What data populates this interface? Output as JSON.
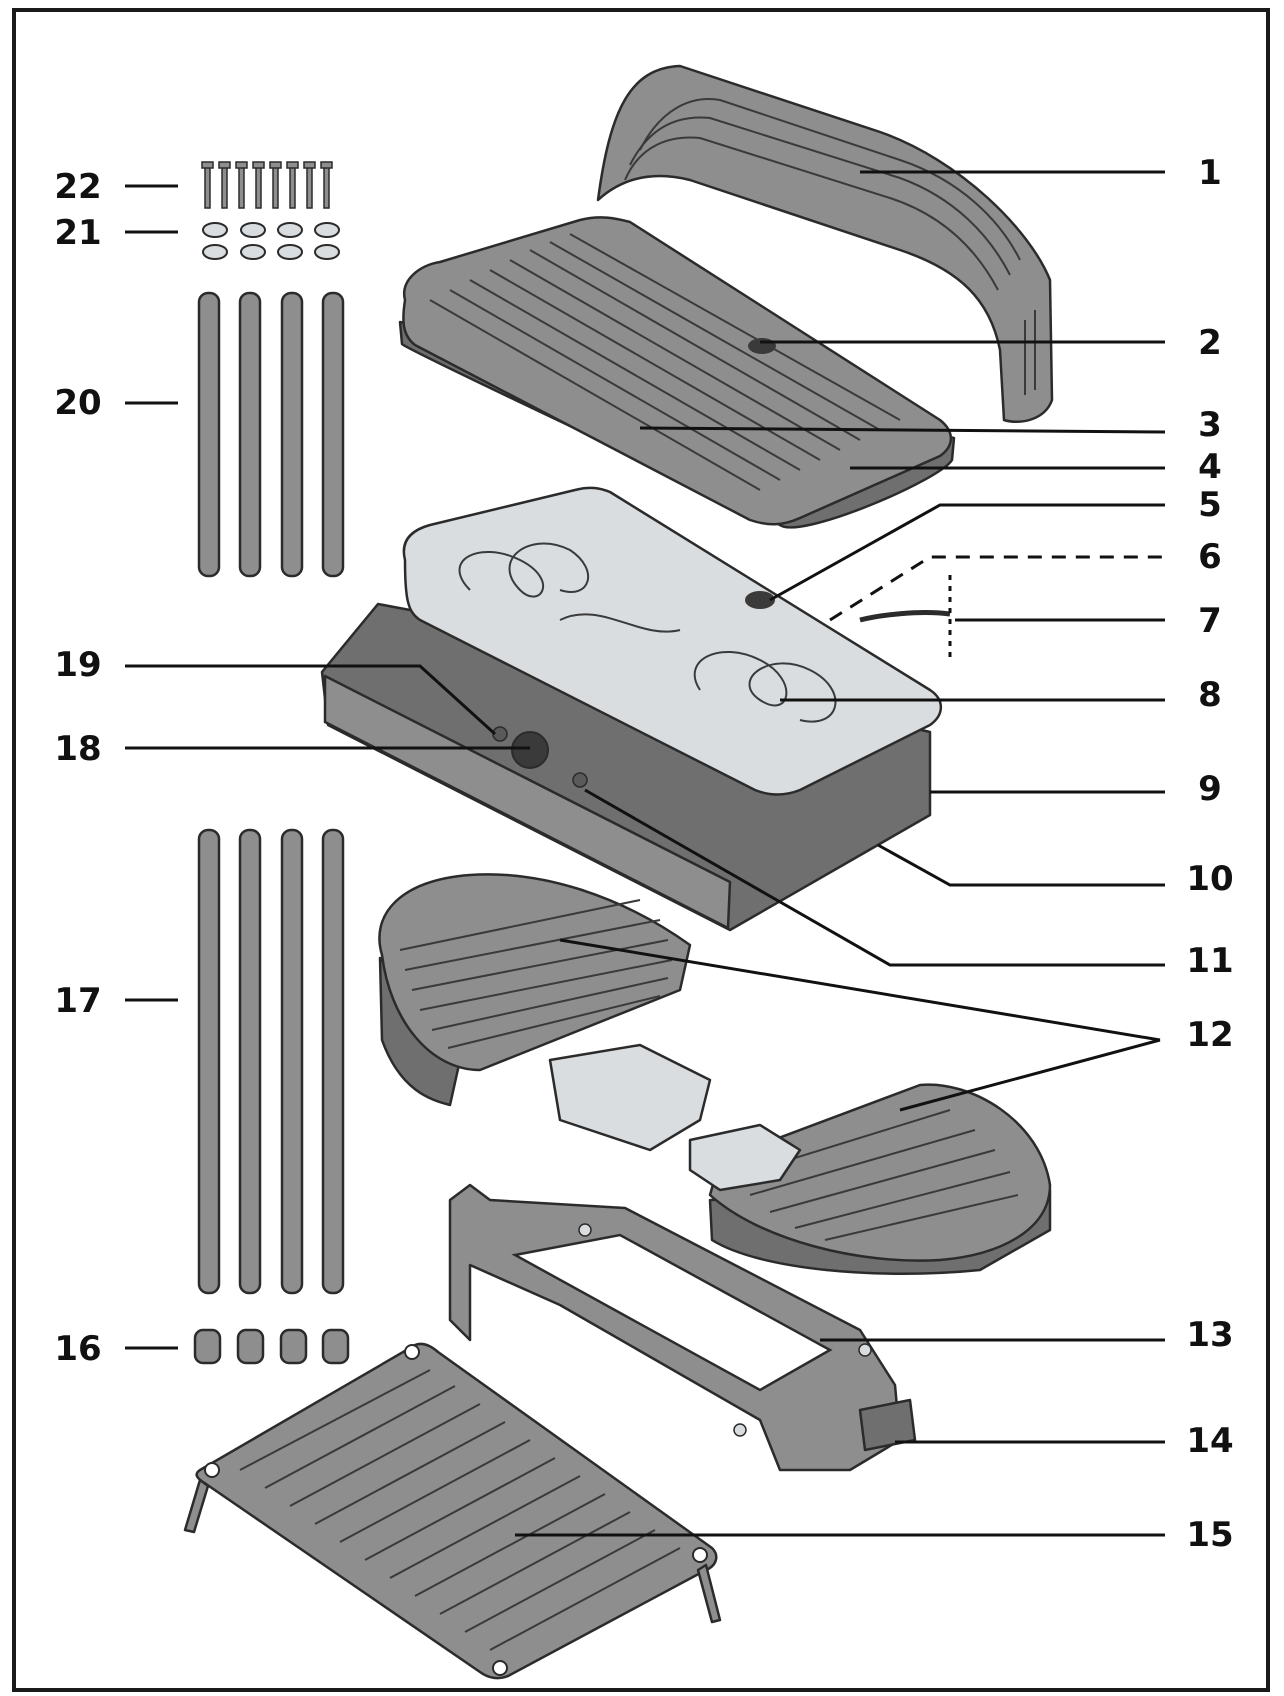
{
  "diagram": {
    "colors": {
      "frame": "#1a1a1a",
      "part_fill": "#8e8e8e",
      "part_dark": "#6f6f6f",
      "plate_light": "#d9dde0",
      "label_text": "#111111"
    },
    "labels": [
      "1",
      "2",
      "3",
      "4",
      "5",
      "6",
      "7",
      "8",
      "9",
      "10",
      "11",
      "12",
      "13",
      "14",
      "15",
      "16",
      "17",
      "18",
      "19",
      "20",
      "21",
      "22"
    ]
  }
}
